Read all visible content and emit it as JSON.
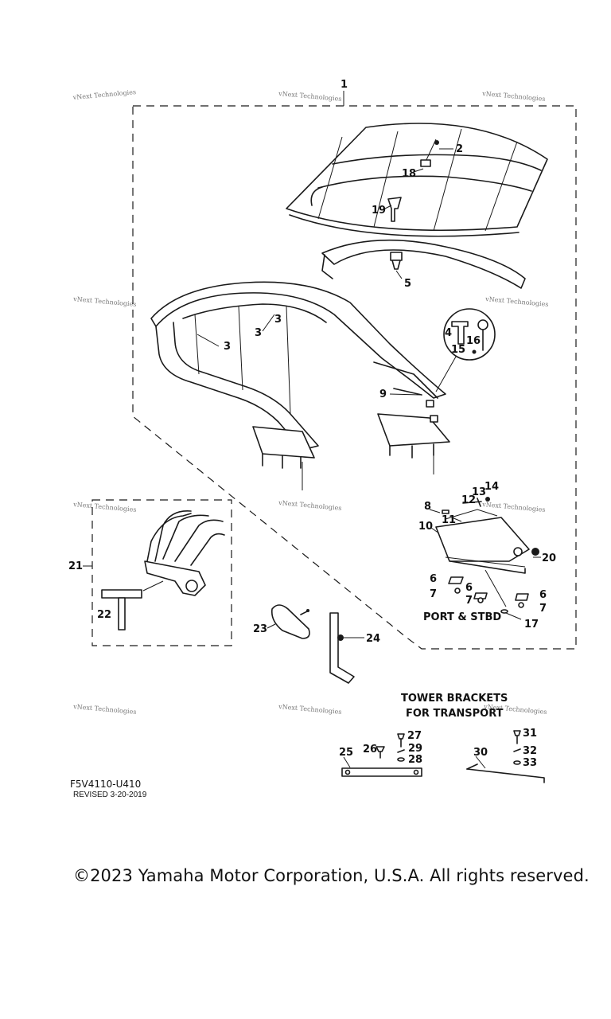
{
  "callouts": [
    "1",
    "2",
    "18",
    "19",
    "5",
    "3",
    "3",
    "3",
    "4",
    "16",
    "15",
    "9",
    "8",
    "11",
    "12",
    "13",
    "14",
    "10",
    "20",
    "6",
    "7",
    "6",
    "7",
    "6",
    "7",
    "17",
    "21",
    "22",
    "23",
    "24",
    "25",
    "26",
    "27",
    "29",
    "28",
    "30",
    "31",
    "32",
    "33"
  ],
  "port_stbd": "PORT & STBD",
  "transport_title_1": "TOWER BRACKETS",
  "transport_title_2": "FOR TRANSPORT",
  "watermark": "vNext Technologies",
  "doc_code": "F5V4110-U410",
  "doc_revised": "REVISED 3-20-2019",
  "copyright": "©2023 Yamaha Motor Corporation, U.S.A. All rights reserved."
}
